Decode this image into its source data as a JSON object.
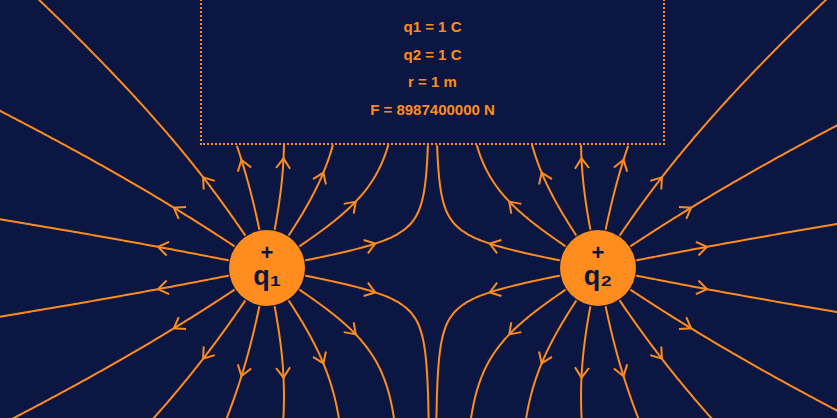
{
  "diagram": {
    "nodes": [
      {
        "text": [
          "q1 = 1 C",
          "q2 = 1 C",
          "r = 1 m",
          "F = 8987400000 N"
        ]
      },
      {
        "text": [
          "+",
          "q₁"
        ]
      },
      {
        "text": [
          "+",
          "q₂"
        ]
      }
    ]
  }
}
